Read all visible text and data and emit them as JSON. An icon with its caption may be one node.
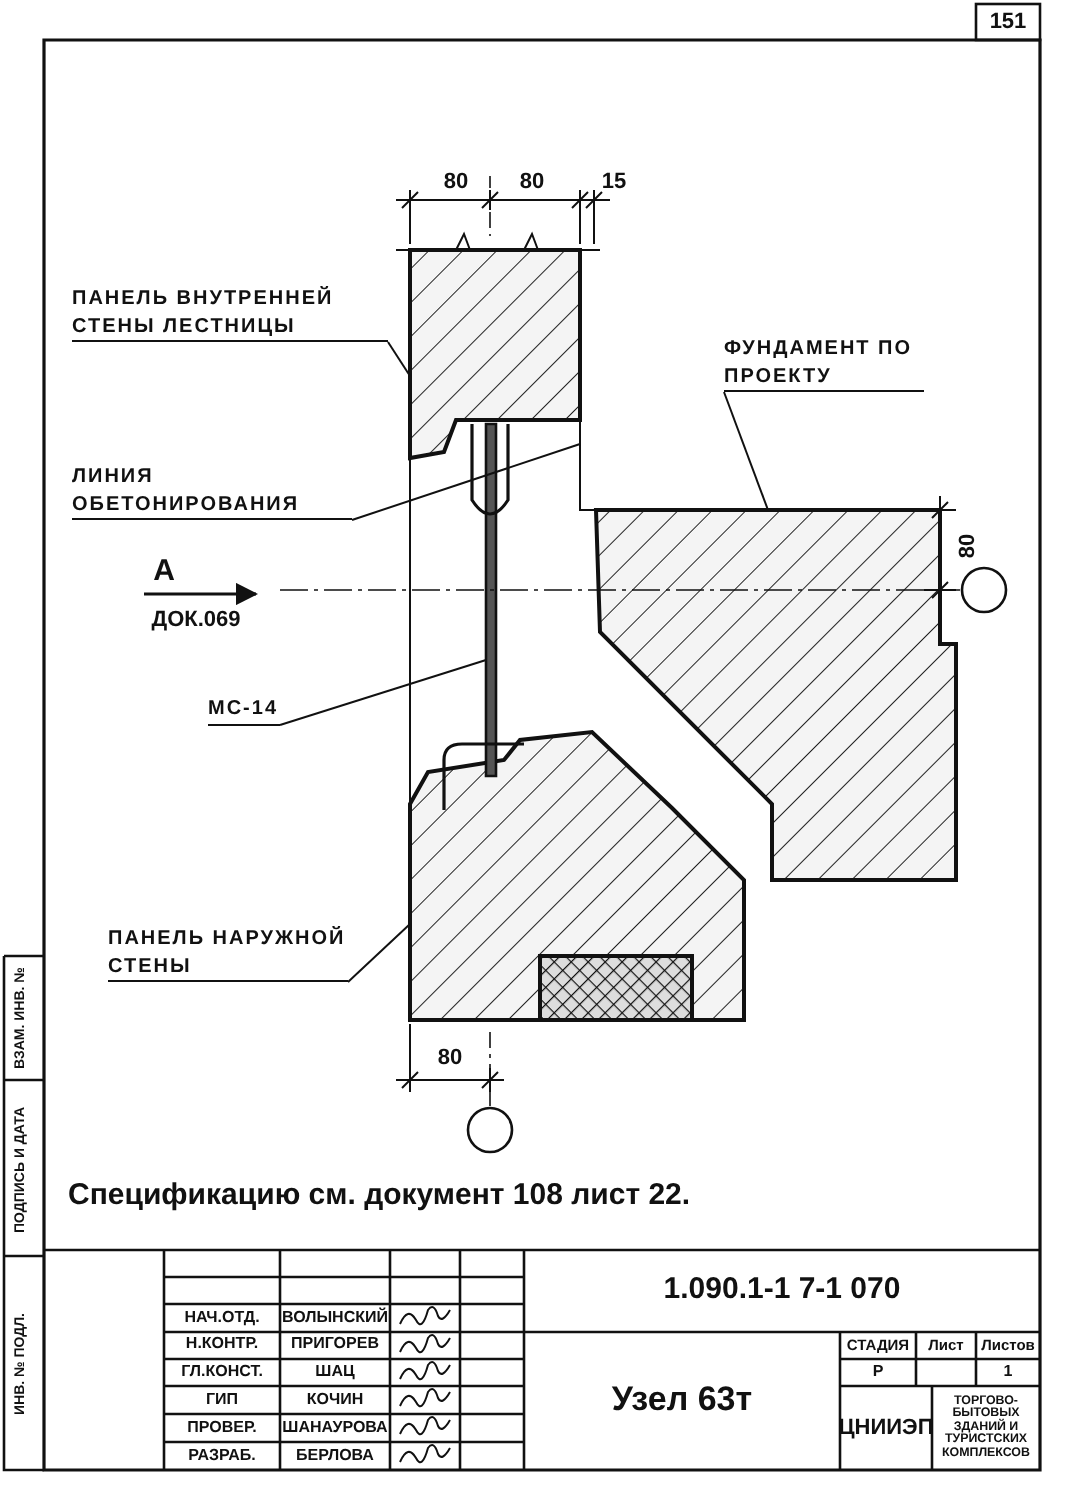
{
  "diagram": {
    "nodes": [
      {
        "text": [
          "ПАНЕЛЬ ВНУТРЕННЕЙ СТЕНЫ ЛЕСТНИЦЫ"
        ]
      },
      {
        "text": [
          "ФУНДАМЕНТ ПО ПРОЕКТУ"
        ]
      },
      {
        "text": [
          "ЛИНИЯ ОБЕТОНИРОВАНИЯ"
        ]
      },
      {
        "text": [
          "МС-14"
        ]
      },
      {
        "text": [
          "ПАНЕЛЬ НАРУЖНОЙ СТЕНЫ"
        ]
      },
      {
        "text": [],
        "shape": "box"
      },
      {
        "text": [],
        "shape": "bar"
      },
      {
        "text": [],
        "shape": "box"
      },
      {
        "text": [],
        "shape": "bar"
      },
      {
        "text": [],
        "shape": "box"
      },
      {
        "text": [],
        "shape": "box",
        "in": 9
      },
      {
        "text": [],
        "shape": "bar"
      }
    ],
    "edges": [
      {
        "from": 0,
        "to": 5,
        "arrow": "none"
      },
      {
        "from": 1,
        "to": 7,
        "arrow": "none"
      },
      {
        "from": 2,
        "to": 11,
        "arrow": "none"
      },
      {
        "from": 3,
        "to": 8,
        "arrow": "none"
      },
      {
        "from": 4,
        "to": 9,
        "arrow": "none"
      }
    ],
    "labels": [
      "151",
      "80",
      "80",
      "15",
      "80",
      "А",
      "ДОК.069",
      "80",
      "Спецификацию см. документ 108 лист 22.",
      "1.090.1-1 7-1 070",
      "НАЧ.ОТД.",
      "ВОЛЫНСКИЙ",
      "Н.КОНТР.",
      "ПРИГОРЕВ",
      "ГЛ.КОНСТ.",
      "ШАЦ",
      "ГИП",
      "КОЧИН",
      "ПРОВЕР.",
      "ШАНАУРОВА",
      "РАЗРАБ.",
      "БЕРЛОВА",
      "СТАДИЯ",
      "Лист",
      "Листов",
      "Р",
      "1",
      "Узел 63т",
      "ЦНИИЭП",
      "ТОРГОВО-БЫТОВЫХ ЗДАНИЙ И ТУРИСТСКИХ КОМПЛЕКСОВ",
      "ИНВ. № ПОДЛ.",
      "ПОДПИСЬ И ДАТА",
      "ВЗАМ. ИНВ. №"
    ]
  }
}
